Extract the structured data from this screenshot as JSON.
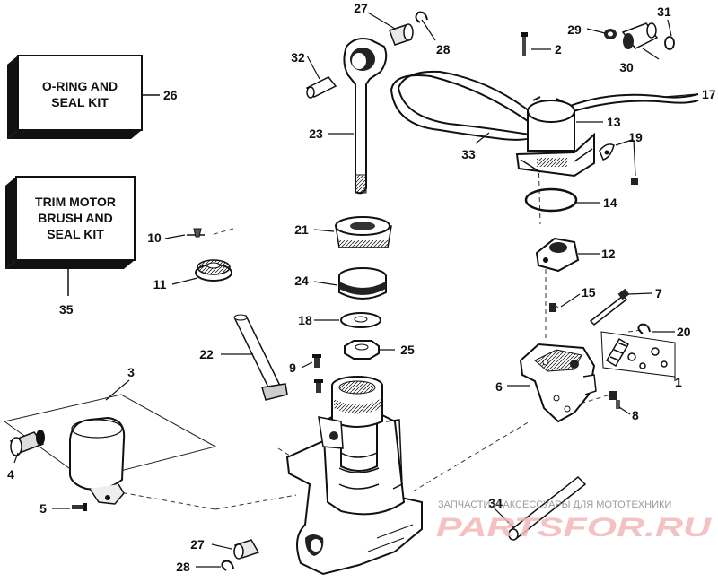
{
  "kits": {
    "oring_kit": {
      "line1": "O-RING AND",
      "line2": "SEAL KIT",
      "number": "26"
    },
    "trim_kit": {
      "line1": "TRIM MOTOR",
      "line2": "BRUSH AND",
      "line3": "SEAL KIT",
      "number": "35"
    }
  },
  "callouts": {
    "c1": "1",
    "c2": "2",
    "c3": "3",
    "c4": "4",
    "c5": "5",
    "c6": "6",
    "c7": "7",
    "c8": "8",
    "c9": "9",
    "c10": "10",
    "c11": "11",
    "c12": "12",
    "c13": "13",
    "c14": "14",
    "c15": "15",
    "c17": "17",
    "c18": "18",
    "c19": "19",
    "c20": "20",
    "c21": "21",
    "c22": "22",
    "c23": "23",
    "c24": "24",
    "c25": "25",
    "c27a": "27",
    "c27b": "27",
    "c28a": "28",
    "c28b": "28",
    "c29": "29",
    "c30": "30",
    "c31": "31",
    "c32": "32",
    "c33": "33",
    "c34": "34"
  },
  "watermark": {
    "top_text": "ЗАПЧАСТИ И АКСЕССУАРЫ ДЛЯ МОТОТЕХНИКИ",
    "logo_text": "PARTSFOR.RU",
    "color": "#e05050"
  }
}
